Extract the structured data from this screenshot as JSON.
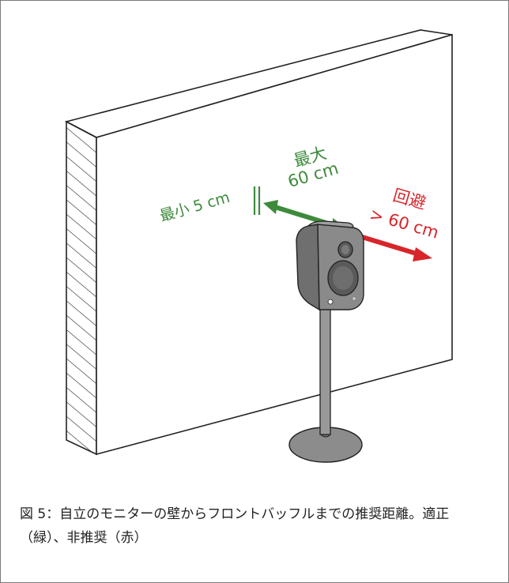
{
  "labels": {
    "min": "最小 5 cm",
    "max_title": "最大",
    "max_value": "60 cm",
    "avoid_title": "回避",
    "avoid_value": "> 60 cm"
  },
  "caption": "図 5：自立のモニターの壁からフロントバッフルまでの推奨距離。適正（緑）、非推奨（赤）",
  "colors": {
    "recommended": "#3e8a3c",
    "not_recommended": "#d7262b",
    "speaker": "#7a7a7a",
    "stand": "#8a8a8a"
  }
}
